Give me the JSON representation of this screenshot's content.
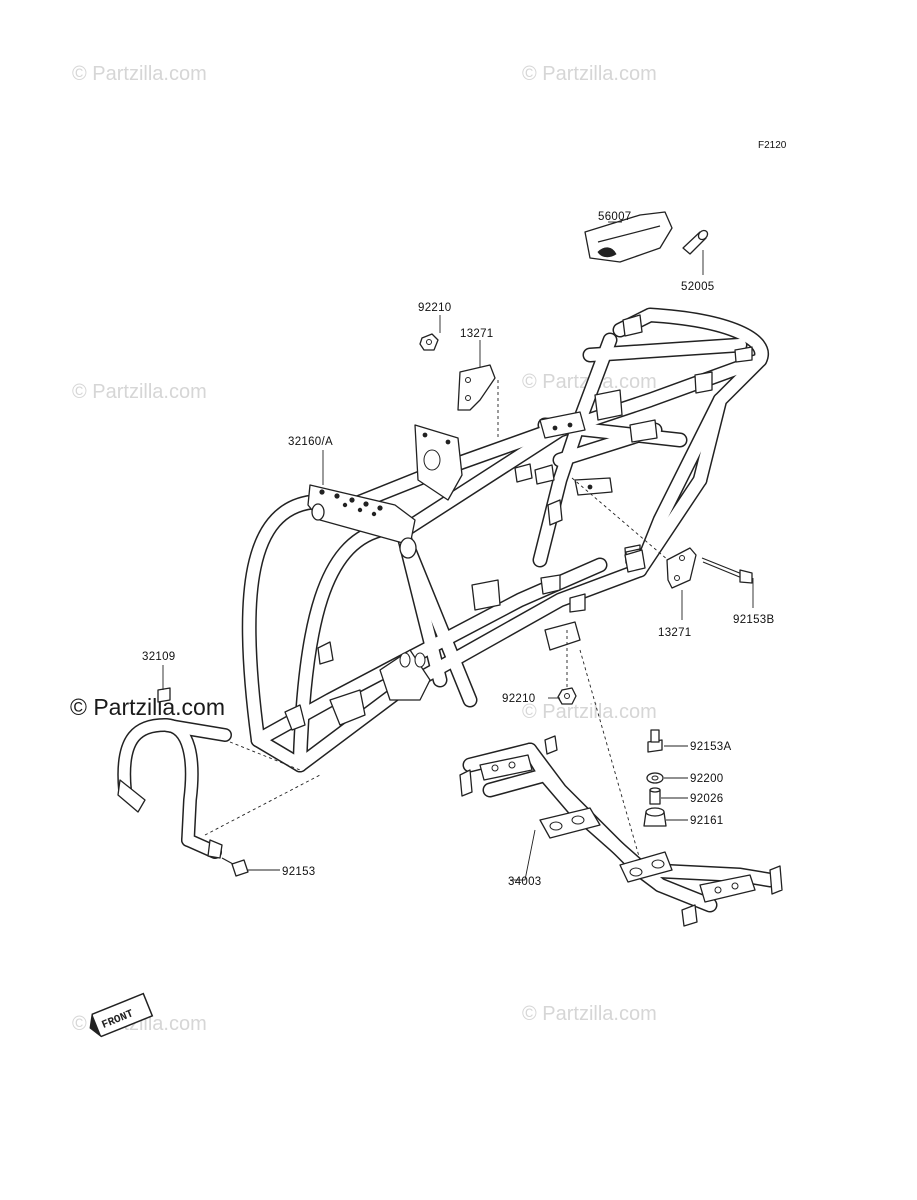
{
  "figure_code": "F2120",
  "watermarks": [
    "© Partzilla.com",
    "© Partzilla.com",
    "© Partzilla.com",
    "© Partzilla.com",
    "© Partzilla.com",
    "© Partzilla.com",
    "© Partzilla.com",
    "© Partzilla.com"
  ],
  "parts": {
    "p56007": "56007",
    "p52005": "52005",
    "p92210_top": "92210",
    "p13271_top": "13271",
    "p32160a": "32160/A",
    "p92153b": "92153B",
    "p13271_right": "13271",
    "p32109": "32109",
    "p92210_mid": "92210",
    "p92153a": "92153A",
    "p92200": "92200",
    "p92026": "92026",
    "p92161": "92161",
    "p34003": "34003",
    "p92153": "92153"
  },
  "front_badge": "FRONT"
}
